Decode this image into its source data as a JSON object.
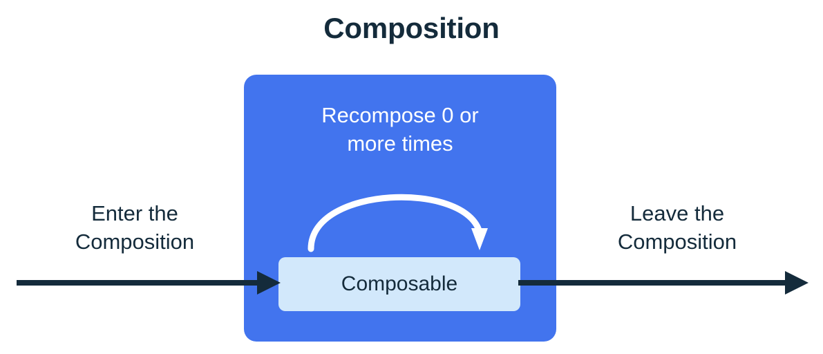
{
  "title": "Composition",
  "colors": {
    "background": "#ffffff",
    "composition_fill": "#4274EE",
    "composable_fill": "#D2E8FB",
    "ink": "#142B3B",
    "loop_arrow": "#FFFFFF"
  },
  "composition": {
    "recompose_caption": "Recompose 0 or\nmore times",
    "composable_label": "Composable",
    "loop_arrow_name": "recompose-loop-arrow"
  },
  "flow": {
    "enter_caption": "Enter the\nComposition",
    "leave_caption": "Leave the\nComposition"
  }
}
